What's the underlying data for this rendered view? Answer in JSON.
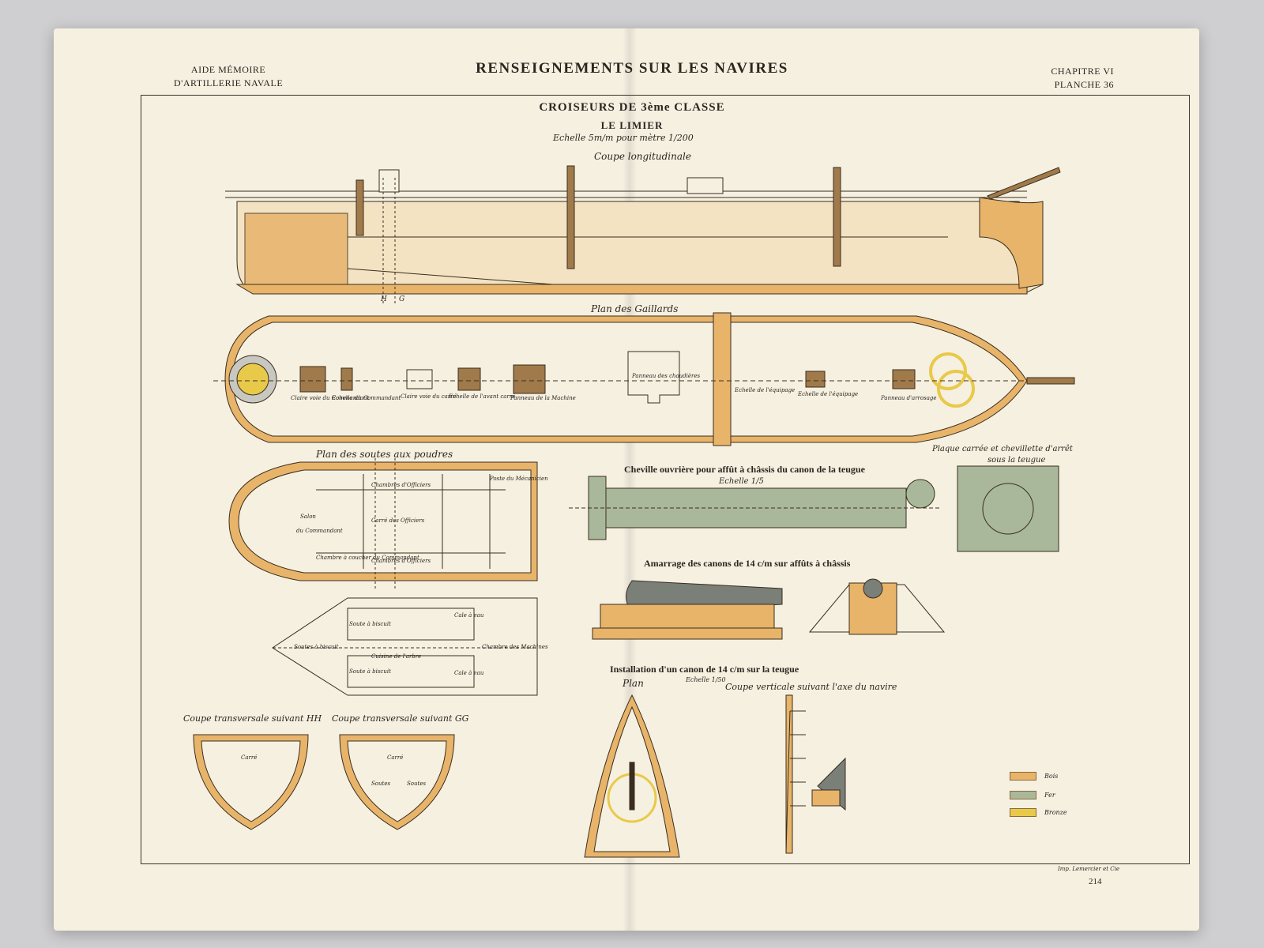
{
  "header": {
    "left_line1": "AIDE MÉMOIRE",
    "left_line2": "D'ARTILLERIE NAVALE",
    "title": "RENSEIGNEMENTS SUR LES NAVIRES",
    "right_line1": "CHAPITRE VI",
    "right_line2": "PLANCHE 36"
  },
  "plate": {
    "title": "CROISEURS DE 3ème CLASSE",
    "ship_name": "LE LIMIER",
    "scale": "Echelle 5m/m pour mètre 1/200",
    "long_section": "Coupe longitudinale"
  },
  "labels": {
    "section_h": "H",
    "section_g": "G",
    "plan_gaillards": "Plan des Gaillards",
    "plan_soutes": "Plan des soutes aux poudres",
    "cheville": "Cheville ouvrière pour affût à châssis du canon de la teugue",
    "cheville_scale": "Echelle 1/5",
    "plaque": "Plaque carrée et chevillette d'arrêt",
    "plaque2": "sous la teugue",
    "amarrage": "Amarrage des canons de 14 c/m sur affûts à châssis",
    "installation": "Installation d'un canon de 14 c/m sur la teugue",
    "installation_scale": "Echelle 1/50",
    "plan": "Plan",
    "coupe_verticale": "Coupe verticale suivant l'axe du navire",
    "coupe_hh": "Coupe transversale suivant HH",
    "coupe_gg": "Coupe transversale suivant GG",
    "carre1": "Carré",
    "carre2": "Carré",
    "soutes1": "Soutes",
    "soutes2": "Soutes"
  },
  "deck_labels": [
    "Claire voie du Commandant",
    "Echelle du Commandant",
    "Claire voie du carré",
    "Echelle de l'avant carré",
    "Panneau de la Machine",
    "Panneau des chaudières",
    "Echelle de l'équipage",
    "Echelle de l'équipage",
    "Panneau d'arrosage"
  ],
  "soute_labels": [
    "Chambres d'Officiers",
    "Poste du Mécanicien",
    "Salon",
    "du Commandant",
    "Carré des Officiers",
    "Chambre à coucher du Commandant",
    "Chambres d'Officiers"
  ],
  "hold_labels": [
    "Soutes à biscuit",
    "Soute à biscuit",
    "Soute à biscuit",
    "Cale à eau",
    "Cale à eau",
    "Chambre des Machines",
    "Cuisine de l'arbre"
  ],
  "legend": [
    {
      "label": "Bois",
      "color": "#e8b46a"
    },
    {
      "label": "Fer",
      "color": "#a9b89a"
    },
    {
      "label": "Bronze",
      "color": "#e9c94a"
    }
  ],
  "footer": {
    "printer": "Imp. Lemercier et Cie",
    "page": "214"
  },
  "colors": {
    "wood": "#e8b46a",
    "iron": "#a9b89a",
    "bronze": "#e9c94a",
    "ink": "#3a2e20"
  }
}
